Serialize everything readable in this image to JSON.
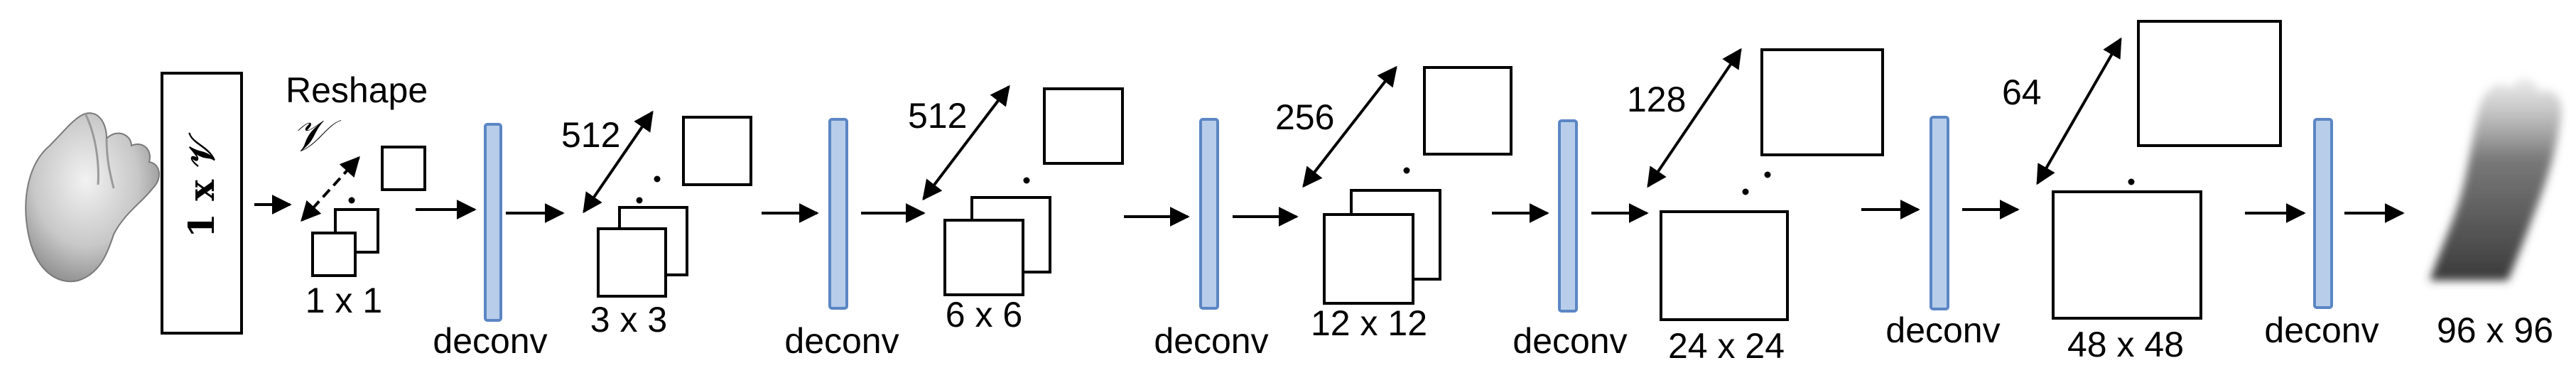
{
  "labels": {
    "reshape": "Reshape",
    "latent_symbol": "𝒱",
    "input_vector": "1 x 𝒱",
    "output_size": "96 x 96"
  },
  "stages": [
    {
      "size": "1 x 1",
      "channels": ""
    },
    {
      "size": "3 x 3",
      "channels": "512"
    },
    {
      "size": "6 x 6",
      "channels": "512"
    },
    {
      "size": "12 x 12",
      "channels": "256"
    },
    {
      "size": "24 x 24",
      "channels": "128"
    },
    {
      "size": "48 x 48",
      "channels": "64"
    }
  ],
  "deconv_label": "deconv",
  "colors": {
    "deconv_fill": "#b7cdea",
    "deconv_stroke": "#5b86c4",
    "line": "#000000"
  }
}
